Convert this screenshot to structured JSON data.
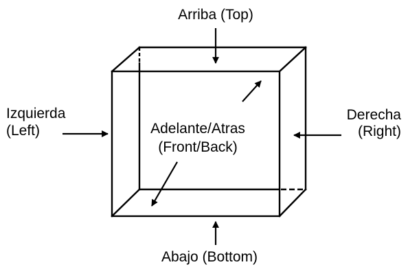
{
  "labels": {
    "top": "Arriba (Top)",
    "left_line1": "Izquierda",
    "left_line2": "(Left)",
    "right_line1": "Derecha",
    "right_line2": "(Right)",
    "center_line1": "Adelante/Atras",
    "center_line2": "(Front/Back)",
    "bottom": "Abajo (Bottom)"
  },
  "colors": {
    "stroke": "#000000",
    "background": "#ffffff"
  }
}
